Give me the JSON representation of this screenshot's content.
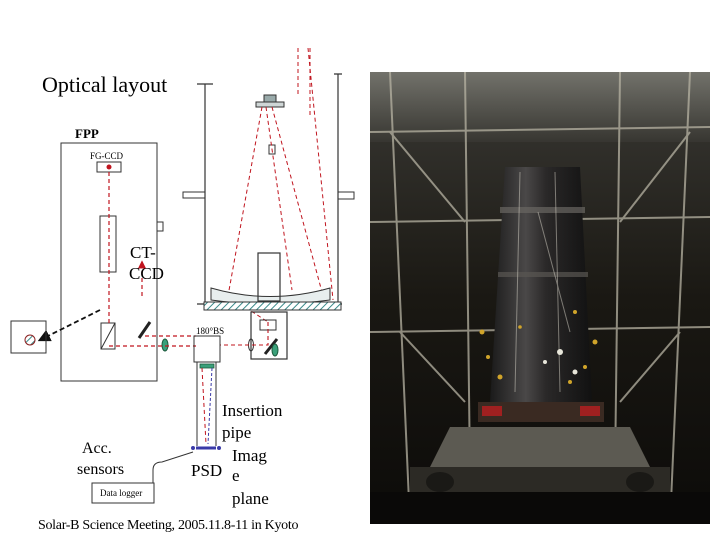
{
  "slide": {
    "title": "Optical layout",
    "footer": "Solar-B Science Meeting, 2005.11.8-11 in Kyoto"
  },
  "diagram": {
    "fpp": "FPP",
    "fg_ccd": "FG-CCD",
    "ct_ccd_line1": "CT-",
    "ct_ccd_line2": "CCD",
    "bs": "180°BS",
    "acc_line1": "Acc.",
    "acc_line2": "sensors",
    "data_logger": "Data logger",
    "insertion_line1": "Insertion",
    "insertion_line2": "pipe",
    "imag_line1": "Imag",
    "imag_line2": "e",
    "imag_line3": "plane",
    "psd": "PSD"
  },
  "colors": {
    "beam_red": "#c0141e",
    "beam_black": "#111111",
    "hatch": "#3a8a8a",
    "psd_blue": "#3a3aa8"
  }
}
